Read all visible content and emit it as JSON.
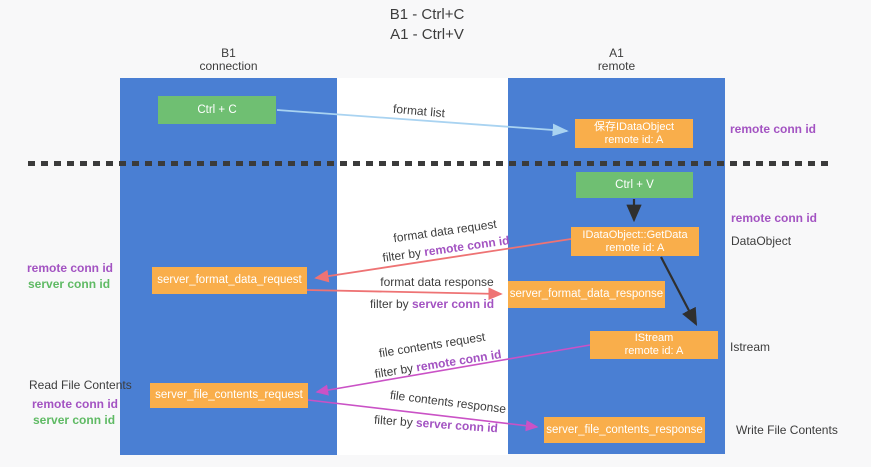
{
  "title": {
    "line1": "B1 - Ctrl+C",
    "line2": "A1 - Ctrl+V"
  },
  "columns": {
    "left": {
      "name": "B1",
      "role": "connection"
    },
    "right": {
      "name": "A1",
      "role": "remote"
    }
  },
  "boxes": {
    "ctrl_c": "Ctrl + C",
    "ctrl_v": "Ctrl + V",
    "save_dataobject": {
      "line1": "保存IDataObject",
      "line2": "remote id: A"
    },
    "getdata": {
      "line1": "IDataObject::GetData",
      "line2": "remote id: A"
    },
    "istream": {
      "line1": "IStream",
      "line2": "remote id: A"
    },
    "server_format_data_request": "server_format_data_request",
    "server_format_data_response": "server_format_data_response",
    "server_file_contents_request": "server_file_contents_request",
    "server_file_contents_response": "server_file_contents_response"
  },
  "flow_labels": {
    "format_list": "format list",
    "format_data_request": "format data request",
    "format_data_response": "format data response",
    "file_contents_request": "file contents request",
    "file_contents_response": "file contents response",
    "filter_by": "filter by ",
    "remote_conn_id": "remote conn id",
    "server_conn_id": "server conn id"
  },
  "side_labels": {
    "left_remote_conn_id": "remote conn id",
    "left_server_conn_id": "server conn id",
    "read_file_contents": "Read File Contents",
    "left_remote_conn_id_2": "remote conn id",
    "left_server_conn_id_2": "server conn id",
    "right_remote_conn_id_top": "remote conn id",
    "right_remote_conn_id_mid": "remote conn id",
    "dataobject": "DataObject",
    "istream": "Istream",
    "write_file_contents": "Write File Contents"
  },
  "colors": {
    "pillar_blue": "#4a7fd3",
    "box_green": "#6fbf72",
    "box_orange": "#f9ae4b",
    "label_purple": "#a353c2",
    "label_green": "#5fba64",
    "arrow_salmon": "#ee7374",
    "arrow_magenta": "#ca52c6",
    "arrow_lightblue": "#a9d3f1",
    "arrow_black": "#2f2f2f"
  }
}
